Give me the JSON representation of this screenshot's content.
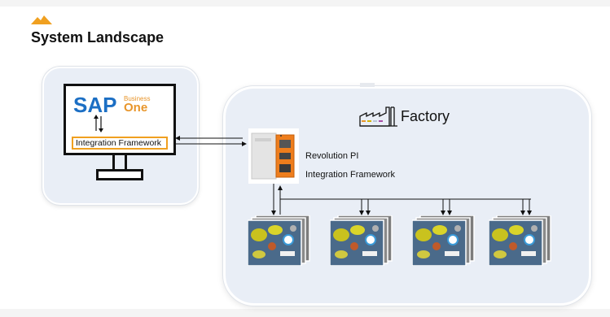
{
  "header": {
    "title": "System Landscape",
    "logo_icon": "mountain-icon",
    "accent": "#f0a020"
  },
  "sap_panel": {
    "logo_text": "SAP",
    "business_text": "Business",
    "one_text": "One",
    "integration_label": "Integration Framework"
  },
  "factory_panel": {
    "title": "Factory",
    "icon": "factory-icon",
    "gateway_title": "Revolution PI",
    "gateway_subtitle": "Integration Framework",
    "device_count": 4
  },
  "colors": {
    "panel_bg": "#e9eef6",
    "sap_blue": "#1c6fc4",
    "sap_orange": "#e8952a"
  }
}
